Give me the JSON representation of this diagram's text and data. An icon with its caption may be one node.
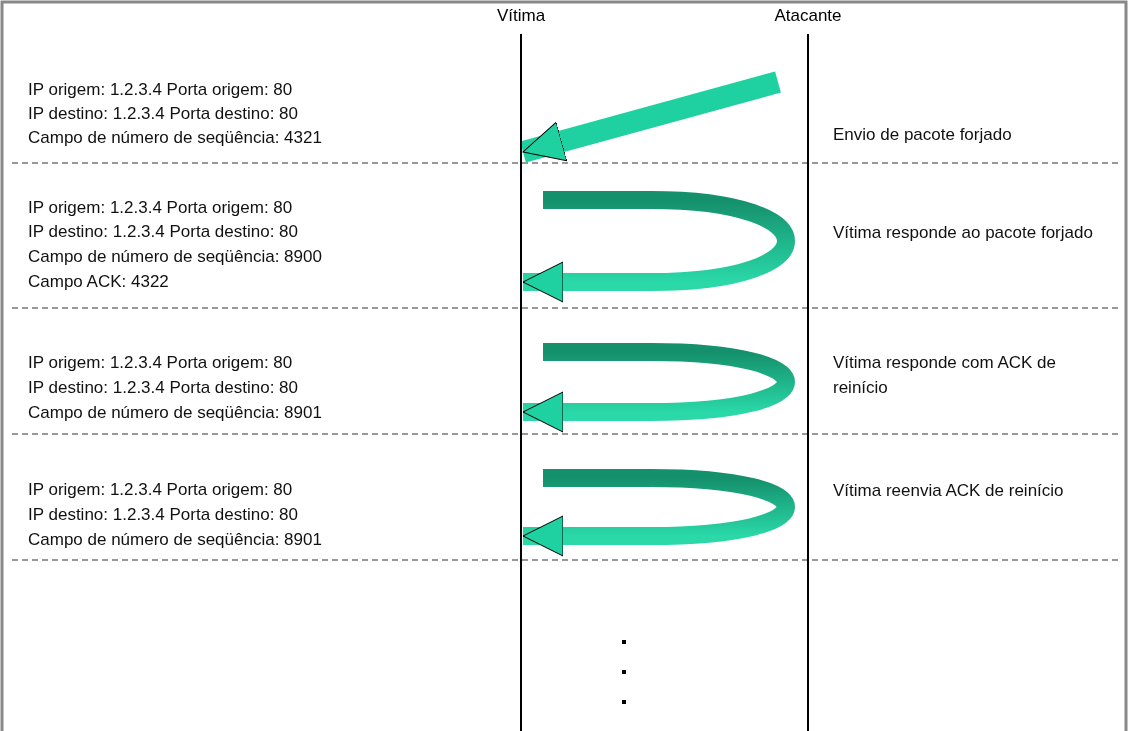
{
  "diagram": {
    "nodes": [
      {
        "text": [
          "Vítima"
        ]
      },
      {
        "text": [
          "Atacante"
        ]
      }
    ],
    "edges": [
      {
        "from": 1,
        "to": 0,
        "arrow": "to"
      },
      {
        "from": 0,
        "to": 0,
        "arrow": "to"
      },
      {
        "from": 0,
        "to": 0,
        "arrow": "to"
      },
      {
        "from": 0,
        "to": 0,
        "arrow": "to"
      }
    ],
    "labels": [
      "IP origem: 1.2.3.4 Porta origem: 80",
      "IP destino: 1.2.3.4 Porta destino: 80",
      "Campo de número de seqüência: 4321",
      "Envio de pacote forjado",
      "IP origem: 1.2.3.4 Porta origem: 80",
      "IP destino: 1.2.3.4 Porta destino: 80",
      "Campo de número de seqüência: 8900",
      "Campo ACK: 4322",
      "Vítima responde ao pacote forjado",
      "IP origem: 1.2.3.4 Porta origem: 80",
      "IP destino: 1.2.3.4 Porta destino: 80",
      "Campo de número de seqüência: 8901",
      "Vítima responde com ACK de reinício",
      "IP origem: 1.2.3.4 Porta origem: 80",
      "IP destino: 1.2.3.4 Porta destino: 80",
      "Campo de número de seqüência: 8901",
      "Vítima reenvia ACK de reinício"
    ]
  }
}
